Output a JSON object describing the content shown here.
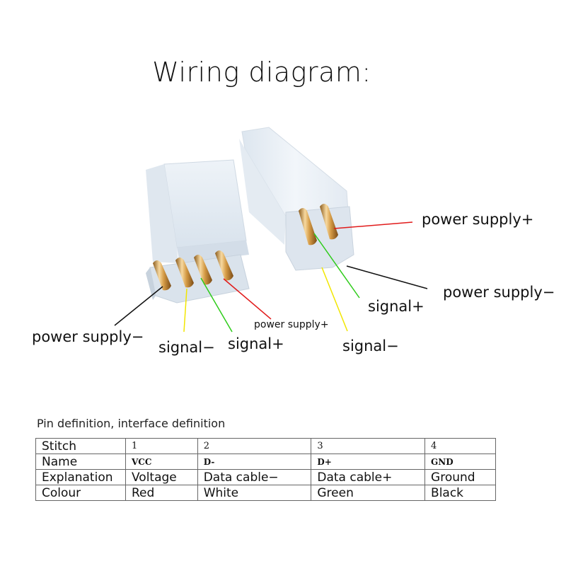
{
  "title": "Wiring diagram:",
  "labels": {
    "left_power_minus": "power supply−",
    "left_signal_minus": "signal−",
    "left_signal_plus": "signal+",
    "left_power_plus": "power supply+",
    "right_power_plus": "power supply+",
    "right_power_minus": "power supply−",
    "right_signal_plus": "signal+",
    "right_signal_minus": "signal−"
  },
  "wire_colors": {
    "power_plus": "#e11b1b",
    "power_minus": "#111111",
    "signal_plus": "#2ecc1a",
    "signal_minus": "#f2e600"
  },
  "table": {
    "caption": "Pin definition, interface definition",
    "rows": [
      {
        "header": "Stitch",
        "cells": [
          "1",
          "2",
          "3",
          "4"
        ]
      },
      {
        "header": "Name",
        "cells": [
          "VCC",
          "D-",
          "D+",
          "GND"
        ]
      },
      {
        "header": "Explanation",
        "cells": [
          "Voltage",
          "Data cable−",
          "Data cable+",
          "Ground"
        ]
      },
      {
        "header": "Colour",
        "cells": [
          "Red",
          "White",
          "Green",
          "Black"
        ]
      }
    ]
  }
}
